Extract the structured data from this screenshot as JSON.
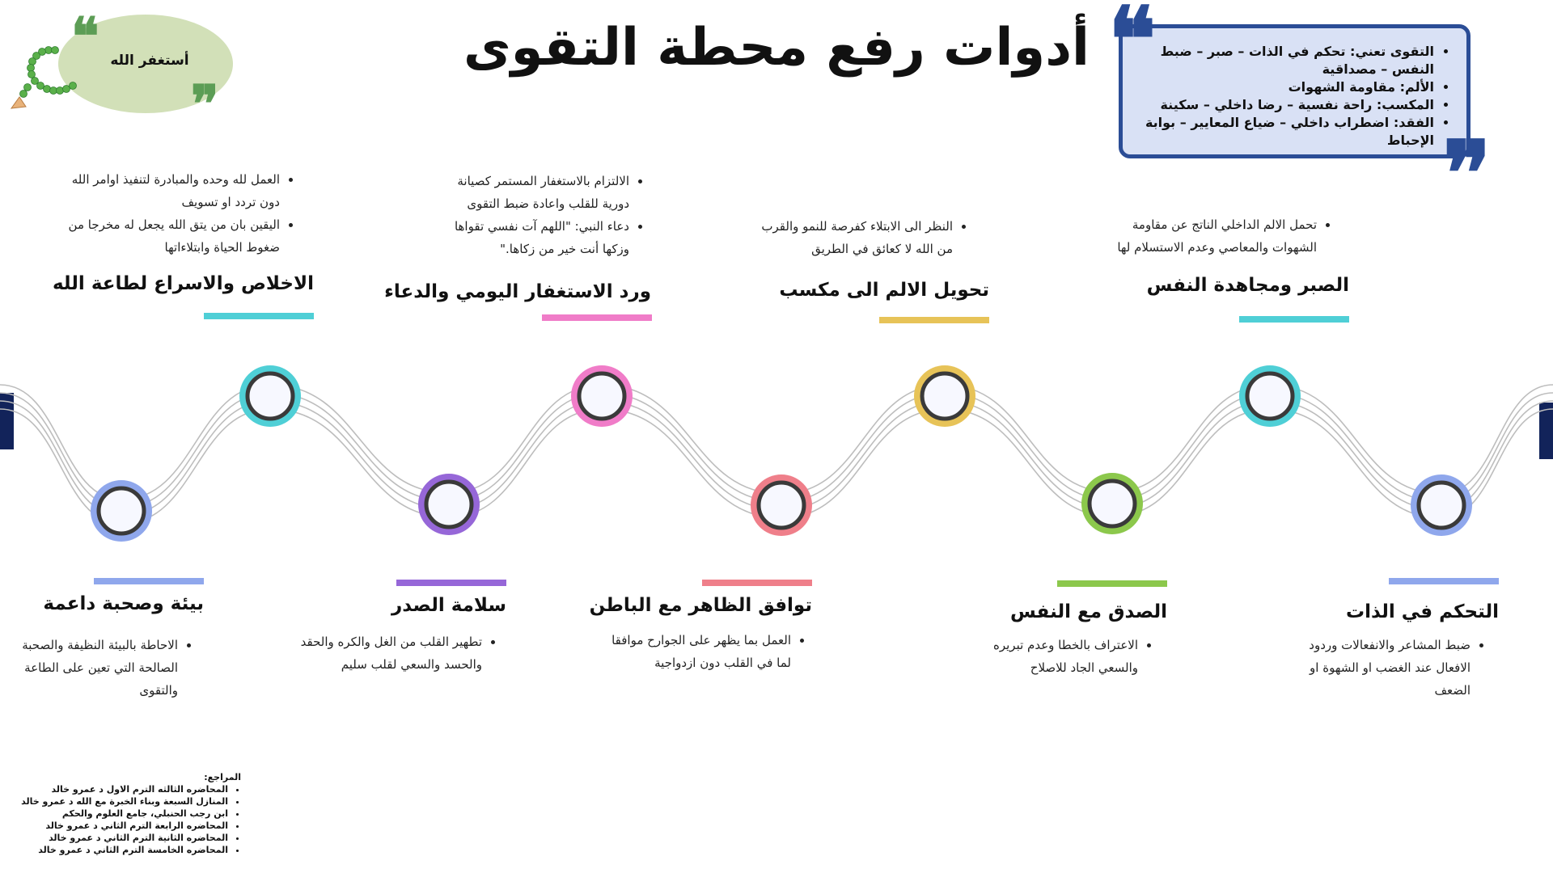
{
  "title": "أدوات رفع محطة التقوى",
  "istighfar": "أستغفر الله",
  "quote_marks": {
    "open": "❝",
    "close": "❞"
  },
  "summary": [
    "التقوى تعني: تحكم في الذات – صبر – ضبط النفس – مصداقية",
    "الألم: مقاومة الشهوات",
    "المكسب: راحة نفسية – رضا داخلي – سكينة",
    "الفقد: اضطراب داخلي – ضياع المعايير – بوابة الإحباط"
  ],
  "top_stations": [
    {
      "label": "الاخلاص والاسراع لطاعة الله",
      "color": "#4fcfd6",
      "points": [
        "العمل لله وحده والمبادرة لتنفيذ اوامر الله دون تردد او تسويف",
        "اليقين بان من يتق الله يجعل له مخرجا من ضغوط الحياة وابتلاءاتها"
      ]
    },
    {
      "label": "ورد الاستغفار اليومي والدعاء",
      "color": "#f07cc8",
      "points": [
        "الالتزام بالاستغفار المستمر كصيانة دورية للقلب واعادة ضبط التقوى",
        "دعاء النبي: \"اللهم آت نفسي تقواها وزكها أنت خير من زكاها.\""
      ]
    },
    {
      "label": "تحويل الالم الى مكسب",
      "color": "#e7c358",
      "points": [
        "النظر الى الابتلاء كفرصة للنمو والقرب من الله لا كعائق في الطريق"
      ]
    },
    {
      "label": "الصبر ومجاهدة النفس",
      "color": "#4fcfd6",
      "points": [
        "تحمل الالم الداخلي الناتج عن مقاومة الشهوات والمعاصي وعدم الاستسلام لها"
      ]
    }
  ],
  "bottom_stations": [
    {
      "label": "بيئة وصحبة داعمة",
      "color": "#8fa7ec",
      "points": [
        "الاحاطة بالبيئة النظيفة والصحبة الصالحة التي تعين على الطاعة والتقوى"
      ]
    },
    {
      "label": "سلامة الصدر",
      "color": "#9667d8",
      "points": [
        "تطهير القلب من الغل والكره والحقد والحسد والسعي لقلب سليم"
      ]
    },
    {
      "label": "توافق الظاهر مع الباطن",
      "color": "#ef7f8a",
      "points": [
        "العمل بما يظهر على الجوارح موافقا لما في القلب دون ازدواجية"
      ]
    },
    {
      "label": "الصدق مع النفس",
      "color": "#8cc84c",
      "points": [
        "الاعتراف بالخطا وعدم تبريره والسعي الجاد للاصلاح"
      ]
    },
    {
      "label": "التحكم في الذات",
      "color": "#8fa7ec",
      "points": [
        "ضبط المشاعر والانفعالات وردود الافعال عند الغضب او الشهوة او الضعف"
      ]
    }
  ],
  "references": {
    "title": "المراجع:",
    "items": [
      "المحاضره الثالثه الترم الاول د عمرو خالد",
      "المنازل السبعة وبناء الخبرة مع الله د عمرو خالد",
      "ابن رجب الحنبلي، جامع العلوم والحكم",
      "المحاضره الرابعة الترم الثاني د عمرو خالد",
      "المحاضره الثانية الترم الثاني د عمرو خالد",
      "المحاضره الخامسة الترم الثاني د عمرو خالد"
    ]
  }
}
